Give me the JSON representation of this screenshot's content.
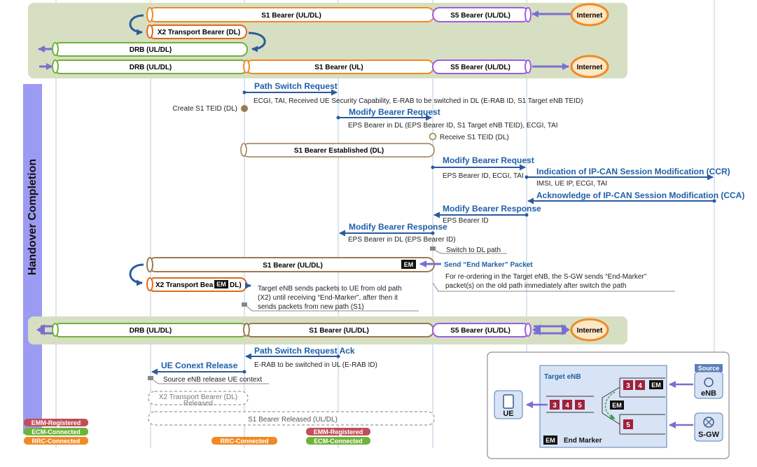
{
  "side_label": "Handover Completion",
  "colors": {
    "green_panel": "#d7dfc2",
    "side_bar": "#9b9bf3",
    "orange": "#f08a24",
    "green": "#6fb23a",
    "purple": "#9b5de5",
    "blue_arrow": "#2c5a9c",
    "msg_blue": "#1f5fa8",
    "internet_fill": "#fde8c8",
    "em_black": "#111111",
    "state_red": "#c0505a"
  },
  "top_panel": {
    "row1": {
      "s1": "S1 Bearer (UL/DL)",
      "s5": "S5 Bearer (UL/DL)",
      "internet": "Internet"
    },
    "row2": {
      "x2": "X2 Transport Bearer (DL)"
    },
    "row3": {
      "drb": "DRB (UL/DL)"
    },
    "row4": {
      "drb": "DRB (UL/DL)",
      "s1": "S1 Bearer (UL)",
      "s5": "S5 Bearer (UL/DL)",
      "internet": "Internet"
    }
  },
  "messages": {
    "path_switch_request": "Path Switch Request",
    "path_switch_request_params": "ECGI, TAI, Received UE Security Capability, E-RAB to be switched in DL (E-RAB ID, S1 Target eNB TEID)",
    "create_s1_teid": "Create S1 TEID (DL)",
    "modify_bearer_request_1": "Modify Bearer Request",
    "modify_bearer_request_1_params": "EPS Bearer in DL (EPS Bearer ID, S1 Target eNB TEID), ECGI, TAI",
    "receive_s1_teid": "Receive S1 TEID (DL)",
    "s1_established": "S1 Bearer Established (DL)",
    "modify_bearer_request_2": "Modify Bearer Request",
    "modify_bearer_request_2_params": "EPS Bearer ID, ECGI, TAI",
    "indication_ccr": "Indication of IP-CAN Session Modification (CCR)",
    "indication_ccr_params": "IMSI, UE IP, ECGI, TAI",
    "acknowledge_cca": "Acknowledge of IP-CAN Session Modification (CCA)",
    "modify_bearer_response_1": "Modify Bearer Response",
    "modify_bearer_response_1_params": "EPS Bearer ID",
    "modify_bearer_response_2": "Modify Bearer Response",
    "modify_bearer_response_2_params": "EPS Bearer in DL (EPS Bearer ID)",
    "switch_to_dl": "Switch to DL path",
    "s1_bearer_mid": "S1 Bearer (UL/DL)",
    "em": "EM",
    "send_end_marker": "Send “End Marker” Packet",
    "reorder_note_1": "For re-ordering in the Target eNB, the S-GW sends “End-Marker”",
    "reorder_note_2": "packet(s) on the old path immediately after switch the path",
    "x2_mid_a": "X2 Transport Bea",
    "x2_mid_b": "DL)",
    "target_note_1": "Target eNB sends packets to UE from old path",
    "target_note_2": "(X2) until receiving “End-Marker”, after then it",
    "target_note_3": "sends packets from new path (S1)",
    "path_switch_ack": "Path Switch Request Ack",
    "path_switch_ack_params": "E-RAB to be switched in UL (E-RAB ID)",
    "ue_context_release": "UE Conext Release",
    "source_release": "Source eNB release UE context",
    "x2_released_1": "X2 Transport Bearer (DL)",
    "x2_released_2": "Released",
    "s1_released": "S1 Bearer Released (UL/DL)"
  },
  "middle_panel": {
    "drb": "DRB (UL/DL)",
    "s1": "S1 Bearer (UL/DL)",
    "s5": "S5 Bearer (UL/DL)",
    "internet": "Internet"
  },
  "states": {
    "emm_registered": "EMM-Registered",
    "ecm_connected": "ECM-Connected",
    "rrc_connected": "RRC-Connected"
  },
  "inset": {
    "target_enb": "Target eNB",
    "source": "Source",
    "enb": "eNB",
    "sgw": "S-GW",
    "ue": "UE",
    "end_marker": "End Marker",
    "em": "EM",
    "top_packets": [
      "3",
      "4"
    ],
    "bottom_packets": [
      "5"
    ],
    "ue_packets": [
      "3",
      "4",
      "5"
    ]
  }
}
